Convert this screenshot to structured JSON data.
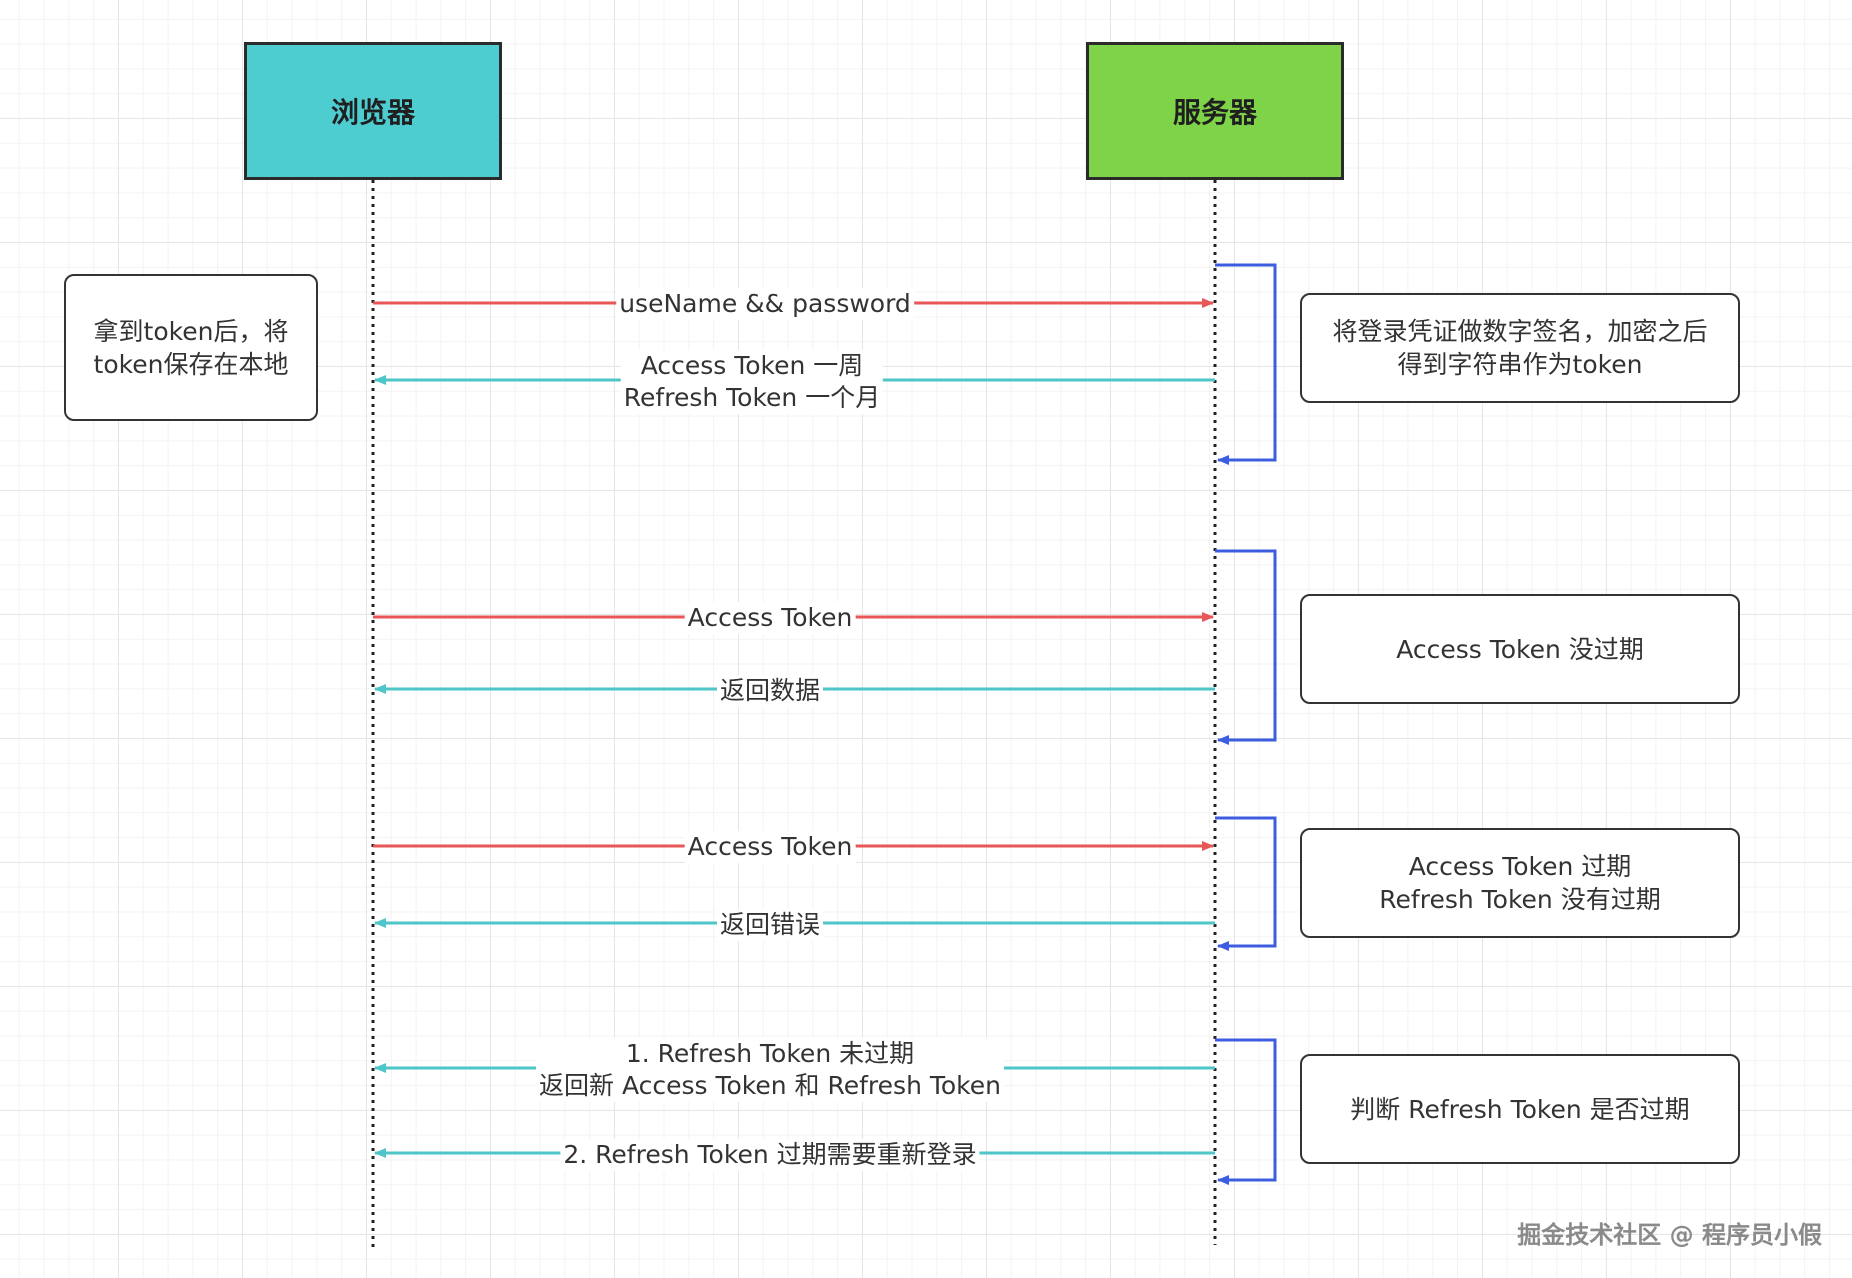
{
  "actors": {
    "browser": "浏览器",
    "server": "服务器"
  },
  "messages": [
    {
      "direction": "request",
      "text": "useName && password"
    },
    {
      "direction": "response",
      "text": "Access Token 一周\nRefresh Token 一个月"
    },
    {
      "direction": "request",
      "text": "Access Token"
    },
    {
      "direction": "response",
      "text": "返回数据"
    },
    {
      "direction": "request",
      "text": "Access Token"
    },
    {
      "direction": "response",
      "text": "返回错误"
    },
    {
      "direction": "response",
      "text": "1. Refresh Token 未过期\n返回新 Access Token 和 Refresh Token"
    },
    {
      "direction": "response",
      "text": "2. Refresh Token 过期需要重新登录"
    }
  ],
  "notes": {
    "browser_store": "拿到token后，将\ntoken保存在本地",
    "sign": "将登录凭证做数字签名，加密之后\n得到字符串作为token",
    "not_expired": "Access Token 没过期",
    "access_expired": "Access Token 过期\nRefresh Token 没有过期",
    "judge_refresh": "判断 Refresh Token 是否过期"
  },
  "colors": {
    "request_arrow": "#e85656",
    "response_arrow": "#4ec5c8",
    "self_loop": "#3c5de0",
    "browser_fill": "#4ecdd0",
    "server_fill": "#7ed348"
  },
  "watermark": "掘金技术社区 @ 程序员小假"
}
